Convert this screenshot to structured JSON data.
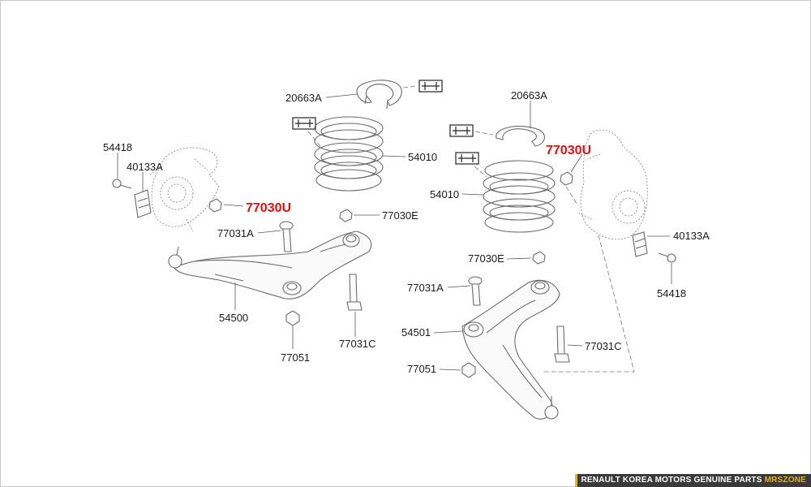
{
  "labels": {
    "spring_seat_left": "20663A",
    "spring_seat_right": "20663A",
    "spring_left": "54010",
    "spring_right": "54010",
    "bolt_knuckle_left": "54418",
    "bolt_knuckle_right": "54418",
    "clip_left": "40133A",
    "clip_right": "40133A",
    "nut_highlight_left": "77030U",
    "nut_highlight_right": "77030U",
    "bolt_left": "77031A",
    "bolt_right": "77031A",
    "nut_e_left": "77030E",
    "nut_e_right": "77030E",
    "arm_left": "54500",
    "arm_right": "54501",
    "bushing_nut_left": "77051",
    "bushing_nut_right": "77051",
    "bolt_c_left": "77031C",
    "bolt_c_right": "77031C"
  },
  "footer": {
    "text": "RENAULT KOREA MOTORS GENUINE PARTS",
    "brand": "MRSZONE"
  },
  "colors": {
    "highlight": "#e01010",
    "footer_bg": "#3a3a3a",
    "footer_accent": "#f0b400"
  }
}
